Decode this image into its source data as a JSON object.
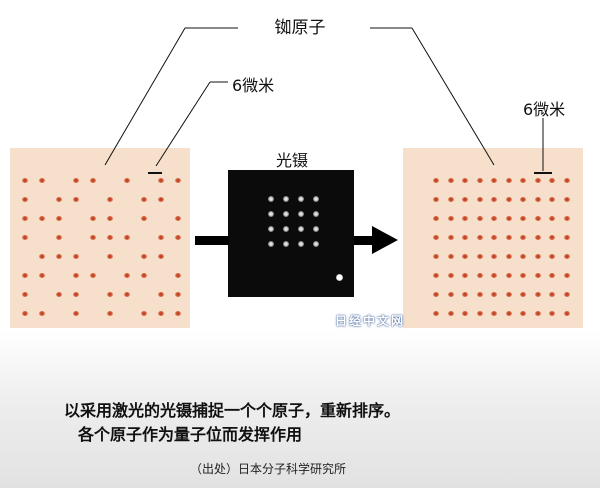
{
  "labels": {
    "title": "铷原子",
    "scale_left": "6微米",
    "scale_right": "6微米",
    "tweezer": "光镊",
    "watermark": "日经中文网"
  },
  "caption": {
    "line1": "以采用激光的光镊捕捉一个个原子，重新排序。",
    "line2": "各个原子作为量子位而发挥作用"
  },
  "source": "（出处）日本分子科学研究所",
  "colors": {
    "panel_background": "#f7e0cb",
    "atom": "#c0401c",
    "tweezer_background": "#0b0b0b",
    "arrow": "#000000"
  },
  "arrays": {
    "before_rows": [
      "1101101011",
      "1011010110",
      "1110110101",
      "1010111011",
      "0111010110",
      "1101101101",
      "1011011011",
      "1101010111"
    ],
    "after_grid": {
      "rows": 8,
      "cols": 10
    },
    "tweezer_grid": {
      "rows": 4,
      "cols": 4
    }
  }
}
